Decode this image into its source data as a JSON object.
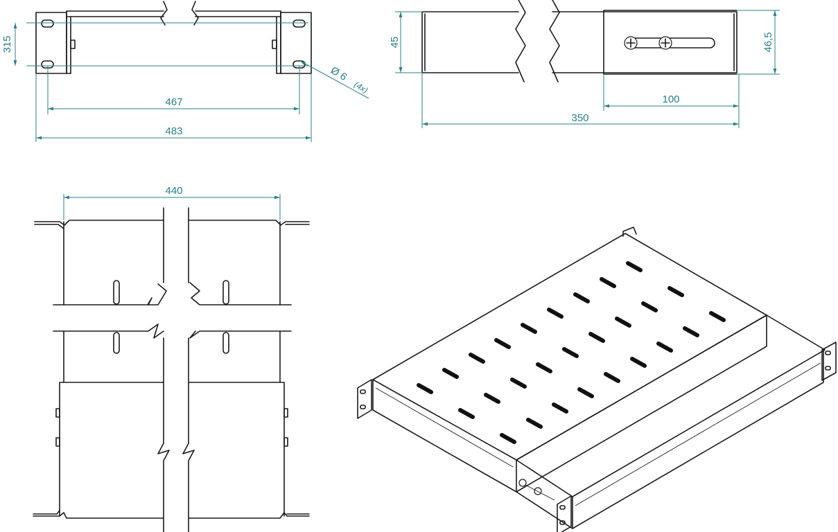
{
  "dimensions": {
    "front_inner_height": "315",
    "mount_hole_spacing": "467",
    "overall_width": "483",
    "hole_diameter": "Ø 6",
    "hole_count": "(4x)",
    "side_height_front": "45",
    "side_height_rear": "46,5",
    "slide_length": "100",
    "total_depth": "350",
    "inner_width": "440"
  },
  "colors": {
    "dimension_line": "#2a7f86",
    "outline": "#1a1a1a",
    "background": "#ffffff"
  }
}
